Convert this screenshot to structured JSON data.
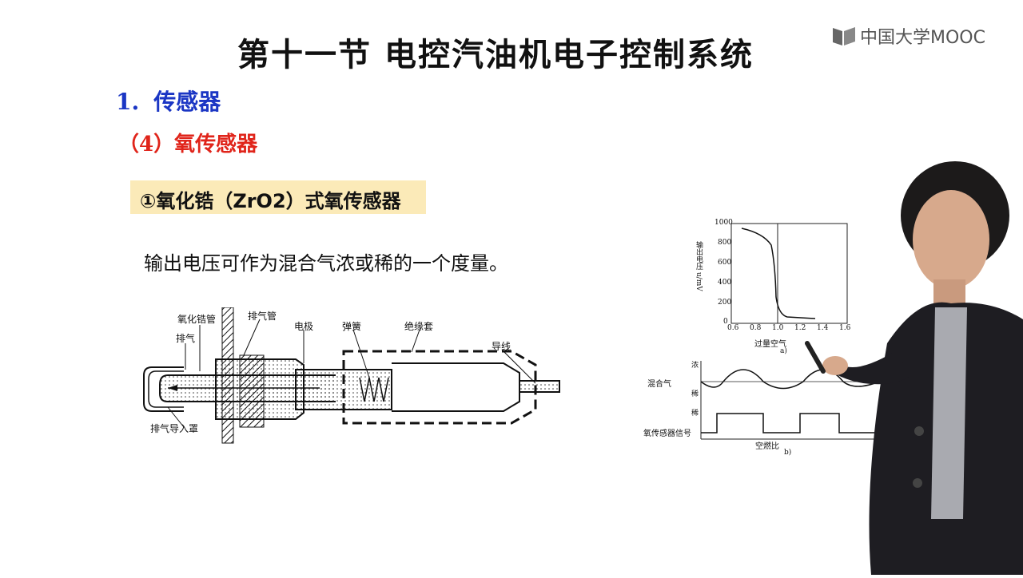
{
  "header": {
    "title": "第十一节  电控汽油机电子控制系统",
    "logo_text": "中国大学MOOC"
  },
  "section": {
    "number": "1.",
    "label": "传感器"
  },
  "subsection": {
    "label": "（4）氧传感器"
  },
  "highlight": {
    "label": "①氧化锆（ZrO2）式氧传感器"
  },
  "body": {
    "text": "输出电压可作为混合气浓或稀的一个度量。"
  },
  "diagram": {
    "labels": {
      "zirconia_tube": "氧化锆管",
      "exhaust_pipe": "排气管",
      "exhaust": "排气",
      "electrode": "电极",
      "spring": "弹簧",
      "insulation": "绝缘套",
      "wire": "导线",
      "exhaust_hood": "排气导入罩"
    }
  },
  "graph_a": {
    "ylabel": "输出电压 u/mV",
    "yticks": [
      "1000",
      "800",
      "600",
      "400",
      "200",
      "0"
    ],
    "xticks": [
      "0.6",
      "0.8",
      "1.0",
      "1.2",
      "1.4",
      "1.6"
    ],
    "xlabel": "过量空气",
    "caption": "a)"
  },
  "graph_b": {
    "label_mix": "混合气",
    "label_rich": "浓",
    "label_lean": "稀",
    "label_sensor": "氧传感器信号",
    "label_lean2": "稀",
    "xlabel": "空燃比",
    "caption": "b)"
  }
}
